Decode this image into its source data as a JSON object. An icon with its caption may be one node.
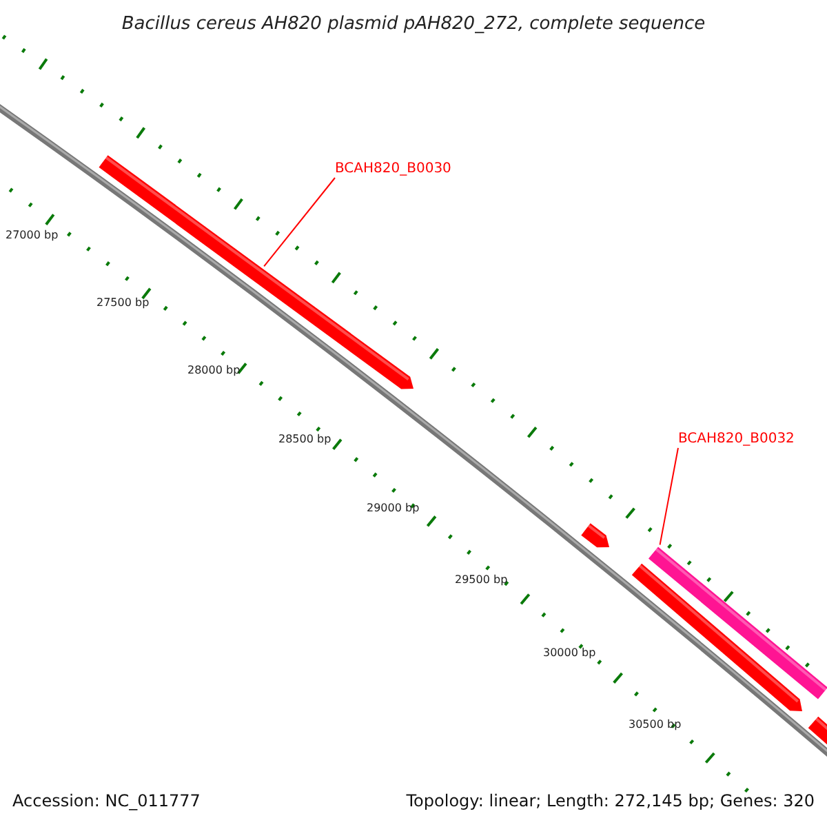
{
  "diagram": {
    "title": "Bacillus cereus AH820 plasmid pAH820_272, complete sequence",
    "nodes": [
      {
        "text": [
          "BCAH820_B0030"
        ]
      },
      {
        "text": [],
        "shape": "bar"
      },
      {
        "text": [
          "BCAH820_B0032"
        ]
      },
      {
        "text": [],
        "shape": "bar"
      },
      {
        "text": [],
        "shape": "bar"
      },
      {
        "text": [],
        "shape": "bar"
      },
      {
        "text": [],
        "shape": "bar"
      }
    ],
    "edges": [
      {
        "from": 0,
        "to": 1,
        "arrow": "none"
      },
      {
        "from": 2,
        "to": 4,
        "arrow": "none"
      }
    ],
    "labels": [
      "27000 bp",
      "27500 bp",
      "28000 bp",
      "28500 bp",
      "29000 bp",
      "29500 bp",
      "30000 bp",
      "30500 bp",
      "Accession: NC_011777",
      "Topology: linear; Length: 272,145 bp; Genes: 320"
    ]
  }
}
